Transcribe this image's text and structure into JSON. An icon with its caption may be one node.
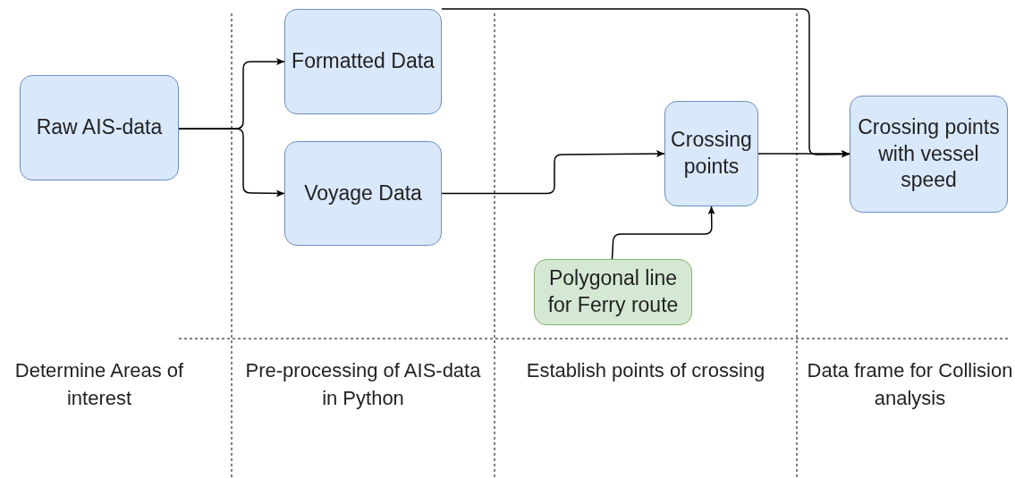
{
  "diagram": {
    "nodes": [
      {
        "text": [
          "Raw AIS-data"
        ]
      },
      {
        "text": [
          "Formatted Data"
        ]
      },
      {
        "text": [
          "Voyage Data"
        ]
      },
      {
        "text": [
          "Crossing points"
        ]
      },
      {
        "text": [
          "Crossing points with vessel speed"
        ]
      },
      {
        "text": [
          "Polygonal line for Ferry route"
        ]
      }
    ],
    "edges": [
      {
        "from": 0,
        "to": 1,
        "arrow": "to"
      },
      {
        "from": 0,
        "to": 2,
        "arrow": "to"
      },
      {
        "from": 2,
        "to": 3,
        "arrow": "to"
      },
      {
        "from": 5,
        "to": 3,
        "arrow": "to"
      },
      {
        "from": 1,
        "to": 4,
        "arrow": "to"
      },
      {
        "from": 3,
        "to": 4,
        "arrow": "to"
      }
    ],
    "labels": [
      "Determine Areas of interest",
      "Pre-processing of AIS-data in Python",
      "Establish points of crossing",
      "Data frame for Collision analysis"
    ]
  }
}
